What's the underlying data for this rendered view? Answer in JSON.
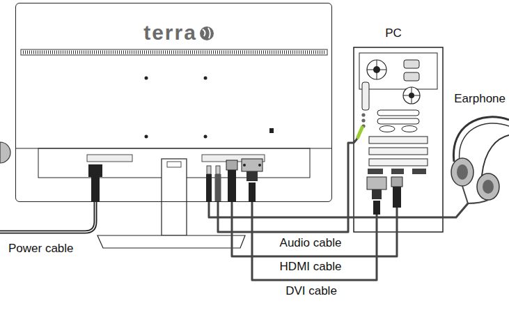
{
  "diagram": {
    "nodes": [
      {
        "text": [
          "terra"
        ]
      },
      {
        "text": [
          "PC"
        ]
      },
      {
        "text": [
          "Earphone"
        ]
      }
    ],
    "edges": [
      {
        "from": 0,
        "to": 1,
        "label": "Audio cable",
        "arrow": "none"
      },
      {
        "from": 0,
        "to": 1,
        "label": "HDMI cable",
        "arrow": "none"
      },
      {
        "from": 0,
        "to": 1,
        "label": "DVI cable",
        "arrow": "none"
      },
      {
        "from": 0,
        "to": 2,
        "arrow": "none"
      }
    ],
    "labels": [
      "Power cable"
    ]
  }
}
